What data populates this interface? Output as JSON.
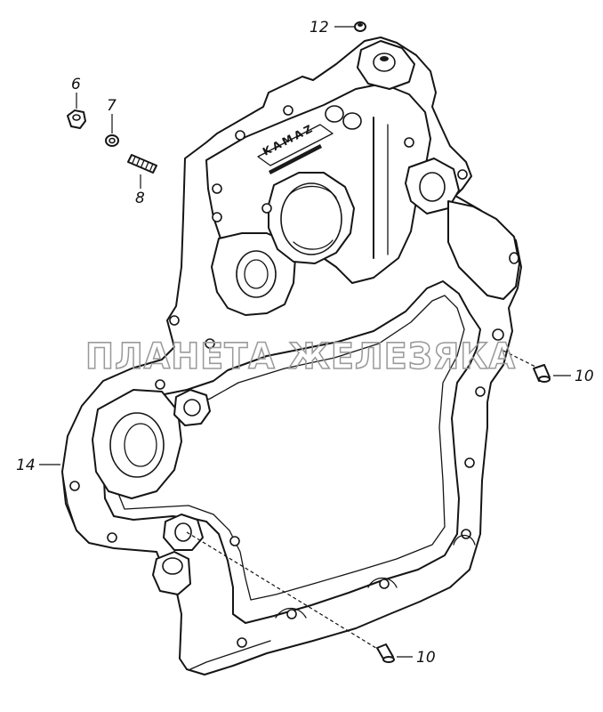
{
  "diagram": {
    "watermark": "ПЛАНЕТА ЖЕЛЕЗЯКА",
    "casting_mark": "KAMAZ",
    "callouts": [
      {
        "id": "12",
        "label": "12"
      },
      {
        "id": "6",
        "label": "6"
      },
      {
        "id": "7",
        "label": "7"
      },
      {
        "id": "8",
        "label": "8"
      },
      {
        "id": "10a",
        "label": "10"
      },
      {
        "id": "14",
        "label": "14"
      },
      {
        "id": "10b",
        "label": "10"
      }
    ]
  }
}
